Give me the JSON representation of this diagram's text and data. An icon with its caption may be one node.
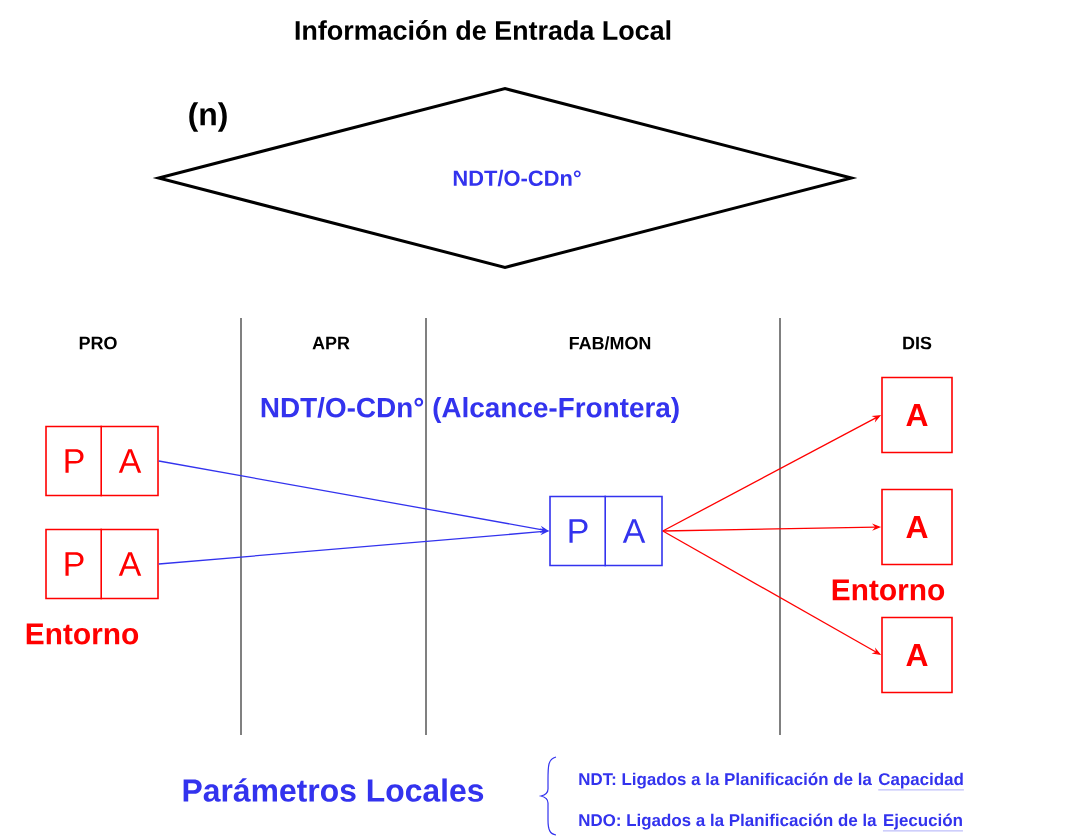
{
  "diagram": {
    "title": "Información de Entrada Local",
    "nodes": [
      {
        "text": [
          "NDT/O-CDn°"
        ],
        "beside": [
          "(n)"
        ]
      },
      {
        "text": [
          "P",
          "A"
        ]
      },
      {
        "text": [
          "P",
          "A"
        ]
      },
      {
        "text": [
          "P",
          "A"
        ]
      },
      {
        "text": [
          "A"
        ]
      },
      {
        "text": [
          "A"
        ]
      },
      {
        "text": [
          "A"
        ]
      }
    ],
    "edges": [
      {
        "from": 1,
        "to": 3,
        "arrow": "to",
        "color": "#3333ee"
      },
      {
        "from": 2,
        "to": 3,
        "arrow": "to",
        "color": "#3333ee"
      },
      {
        "from": 3,
        "to": 4,
        "arrow": "to"
      },
      {
        "from": 3,
        "to": 5,
        "arrow": "to"
      },
      {
        "from": 3,
        "to": 6,
        "arrow": "to"
      }
    ],
    "labels": [
      "PRO",
      "APR",
      "FAB/MON",
      "DIS",
      "NDT/O-CDn°  (Alcance-Frontera)",
      "Entorno",
      "Entorno",
      "Parámetros Locales",
      "NDT: Ligados a la Planificación de la",
      "Capacidad",
      "NDO: Ligados a la Planificación de la",
      "Ejecución"
    ]
  }
}
